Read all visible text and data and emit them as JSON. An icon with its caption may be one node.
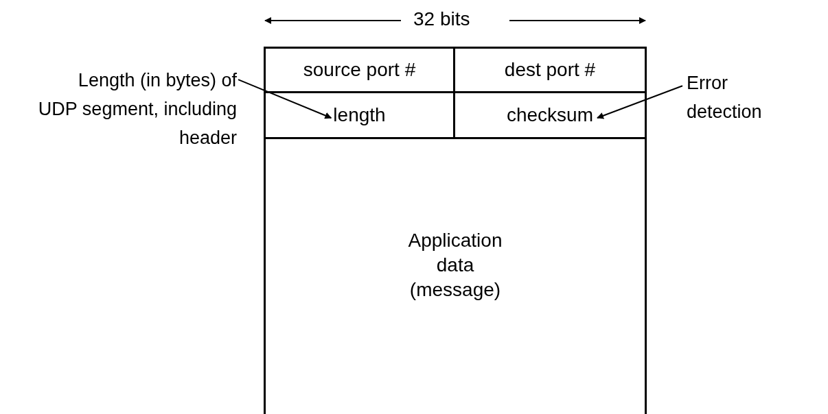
{
  "diagram": {
    "nodes": [
      {
        "text": [
          "source port #"
        ]
      },
      {
        "text": [
          "dest port #"
        ]
      },
      {
        "text": [
          "length"
        ]
      },
      {
        "text": [
          "checksum"
        ]
      },
      {
        "text": [
          "Application data (message)"
        ]
      },
      {
        "text": [
          "Length (in bytes) of UDP segment, including header"
        ]
      },
      {
        "text": [
          "Error detection"
        ]
      }
    ],
    "edges": [
      {
        "from": 5,
        "to": 2,
        "arrow": "to"
      },
      {
        "from": 6,
        "to": 3,
        "arrow": "to"
      }
    ],
    "labels": [
      "32 bits"
    ]
  }
}
